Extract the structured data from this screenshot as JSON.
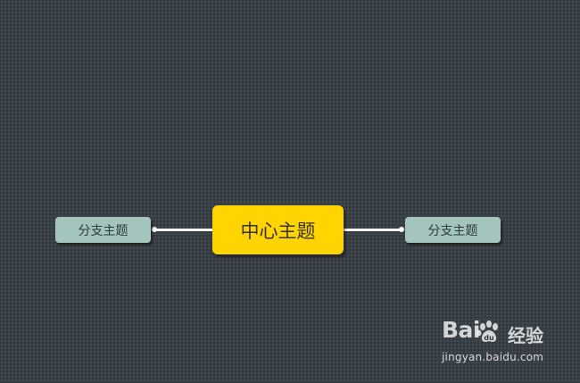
{
  "diagram": {
    "central_topic": "中心主题",
    "branches": [
      {
        "label": "分支主题"
      },
      {
        "label": "分支主题"
      }
    ]
  },
  "watermark": {
    "logo_text": "Bai",
    "brand_text": "经验",
    "url": "jingyan.baidu.com"
  },
  "colors": {
    "background": "#363d42",
    "central_fill": "#ffd400",
    "branch_fill": "#a3c5bd",
    "connector": "#ffffff"
  }
}
